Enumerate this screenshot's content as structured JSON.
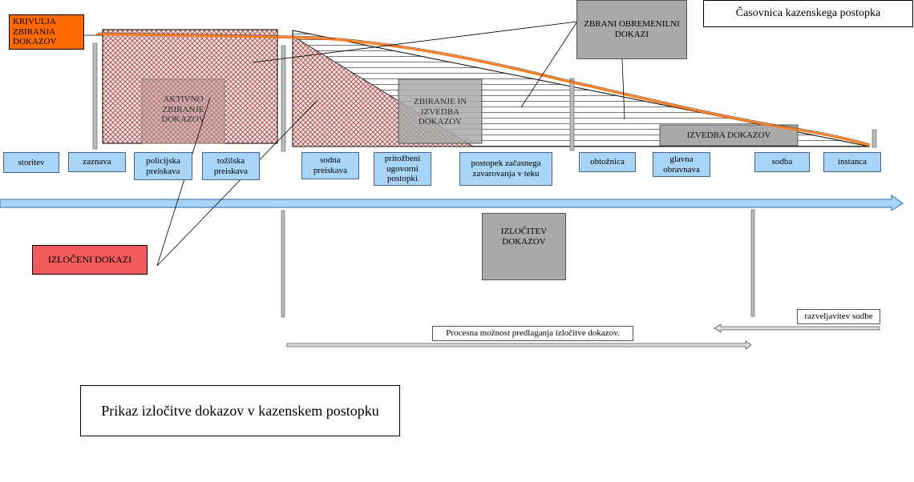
{
  "page_title": "Časovnica kazenskega postopka",
  "main_title": "Prikaz izločitve dokazov v kazenskem postopku",
  "labels": {
    "krivulja": "KRIVULJA ZBIRANJA DOKAZOV",
    "aktivno": "AKTIVNO ZBIRANJE DOKAZOV",
    "zbiranje_izvedba": "ZBIRANJE IN IZVEDBA DOKAZOV",
    "zbrani": "ZBRANI OBREMENILNI DOKAZI",
    "izvedba": "IZVEDBA DOKAZOV",
    "izloceni": "IZLOČENI DOKAZI",
    "izlocitev": "IZLOČITEV DOKAZOV",
    "procesna": "Procesna možnost predlaganja izločitve dokazov.",
    "razveljavitev": "razveljavitev sodbe"
  },
  "phases": [
    "storitev",
    "zaznava",
    "policijska preiskava",
    "tožilska preiskava",
    "sodna preiskava",
    "pritožbeni ugovorni postopki",
    "postopek začasnega zavarovanja v teku",
    "obtožnica",
    "glavna obravnava",
    "sodba",
    "instanca"
  ],
  "colors": {
    "phase_fill": "#a8d4f8",
    "timeline": "#a8d4f8",
    "krivulja_fill": "#ff6a00",
    "izloceni_fill": "#f25b5b",
    "gray_box": "#a9a9a9",
    "curve": "#ff7a1a",
    "hatch": "#b04040"
  }
}
